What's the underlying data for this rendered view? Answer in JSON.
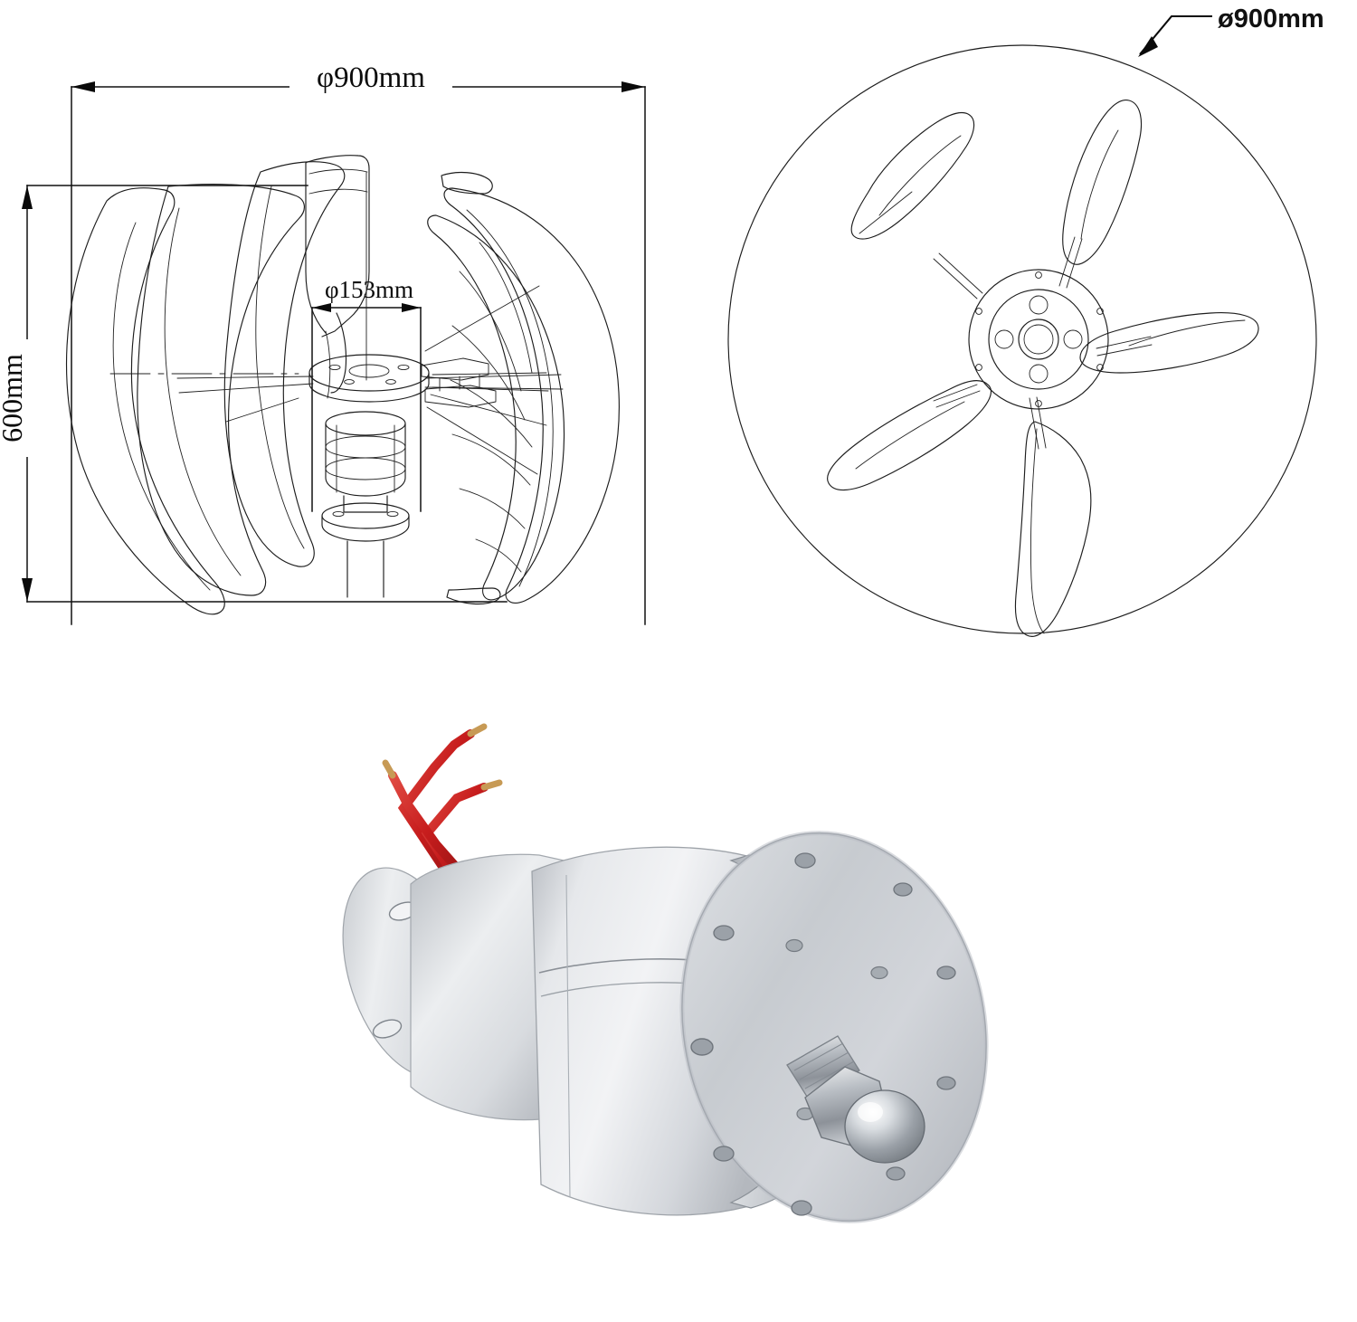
{
  "document": {
    "kind": "product-technical-drawing",
    "background_color": "#ffffff",
    "line_color": "#1d1d1d"
  },
  "left_view": {
    "name": "side elevation of vertical axis lantern wind turbine",
    "dimensions": {
      "width_label": "φ900mm",
      "height_label": "600mm",
      "hub_label": "φ153mm"
    },
    "parts": [
      "curved lantern blade",
      "blade support spoke",
      "hub flange plate",
      "permanent magnet generator body",
      "mounting base flange"
    ]
  },
  "right_view": {
    "name": "front view of five blade rotor",
    "diameter_label": "ø900mm",
    "blade_count": 5,
    "hub": {
      "center_bore": 1,
      "bolt_holes": 4,
      "flange_rivets": 6
    }
  },
  "photo": {
    "name": "permanent magnet generator product photo",
    "subject": "permanent magnet alternator",
    "body_color": "#d8dade",
    "metal_face_color": "#c9ccd1",
    "wire_color": "#cf1f1f",
    "wire_count": 3,
    "shaft": "threaded shaft with chrome dome cap nut",
    "face_bolt_holes": 12,
    "mount_slots": 2
  },
  "icons": {
    "arrow_head": "arrow-head-icon",
    "diameter_symbol": "diameter-symbol-icon",
    "leader_arrow": "leader-arrow-icon"
  },
  "colors": {
    "line": "#1d1d1d",
    "text": "#0b0b0b",
    "background": "#ffffff",
    "wire_red": "#cf1f1f",
    "aluminium": "#c9ccd1"
  }
}
